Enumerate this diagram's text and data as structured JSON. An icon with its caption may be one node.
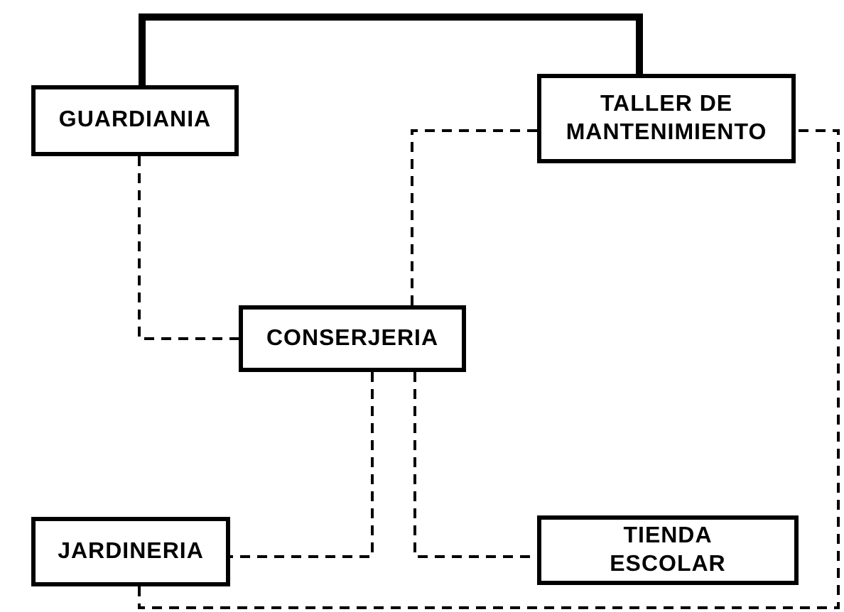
{
  "diagram": {
    "nodes": [
      {
        "text": [
          "GUARDIANIA"
        ]
      },
      {
        "text": [
          "TALLER DE MANTENIMIENTO"
        ]
      },
      {
        "text": [
          "CONSERJERIA"
        ]
      },
      {
        "text": [
          "JARDINERIA"
        ]
      },
      {
        "text": [
          "TIENDA ESCOLAR"
        ]
      }
    ],
    "edges": [
      {
        "from": 0,
        "to": 1,
        "arrow": "none",
        "style": "thick"
      },
      {
        "from": 0,
        "to": 2,
        "arrow": "none",
        "style": "dashed"
      },
      {
        "from": 2,
        "to": 1,
        "arrow": "none",
        "style": "dashed"
      },
      {
        "from": 2,
        "to": 3,
        "arrow": "none",
        "style": "dashed"
      },
      {
        "from": 2,
        "to": 4,
        "arrow": "none",
        "style": "dashed"
      },
      {
        "from": 3,
        "to": 1,
        "arrow": "none",
        "style": "dashed"
      }
    ]
  }
}
